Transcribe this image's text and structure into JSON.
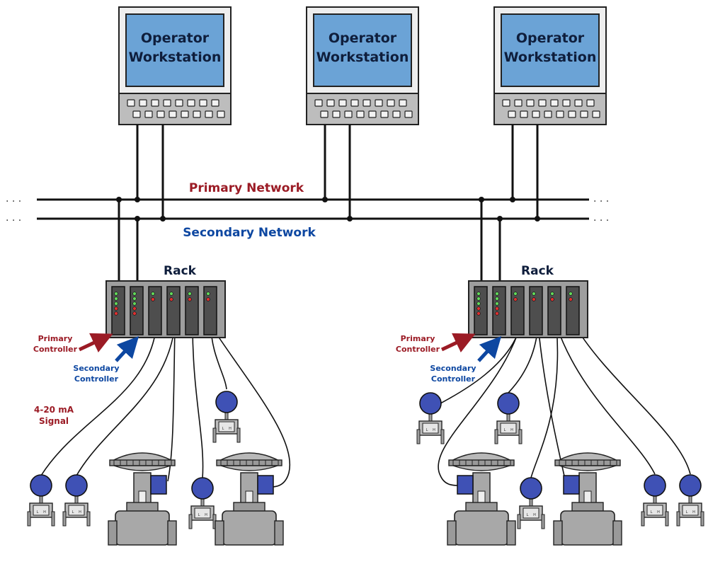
{
  "workstations": [
    {
      "line1": "Operator",
      "line2": "Workstation"
    },
    {
      "line1": "Operator",
      "line2": "Workstation"
    },
    {
      "line1": "Operator",
      "line2": "Workstation"
    }
  ],
  "networks": {
    "primary_label": "Primary Network",
    "secondary_label": "Secondary Network",
    "ellipsis": ". . ."
  },
  "racks": [
    {
      "title": "Rack",
      "primary_controller": {
        "line1": "Primary",
        "line2": "Controller"
      },
      "secondary_controller": {
        "line1": "Secondary",
        "line2": "Controller"
      }
    },
    {
      "title": "Rack",
      "primary_controller": {
        "line1": "Primary",
        "line2": "Controller"
      },
      "secondary_controller": {
        "line1": "Secondary",
        "line2": "Controller"
      }
    }
  ],
  "signal": {
    "line1": "4-20 mA",
    "line2": "Signal"
  },
  "transmitter_ports": {
    "low": "L",
    "high": "H"
  },
  "colors": {
    "primary": "#9b1b25",
    "secondary": "#0d47a1",
    "screen": "#6ba3d6",
    "monitor_frame": "#eeeeee",
    "keyboard": "#bdbdbd",
    "rack": "#9e9e9e",
    "module": "#4e4e4e",
    "transmitter_head": "#3f51b5",
    "valve_body": "#a8a8a8",
    "text_dark": "#0f1e3c"
  }
}
